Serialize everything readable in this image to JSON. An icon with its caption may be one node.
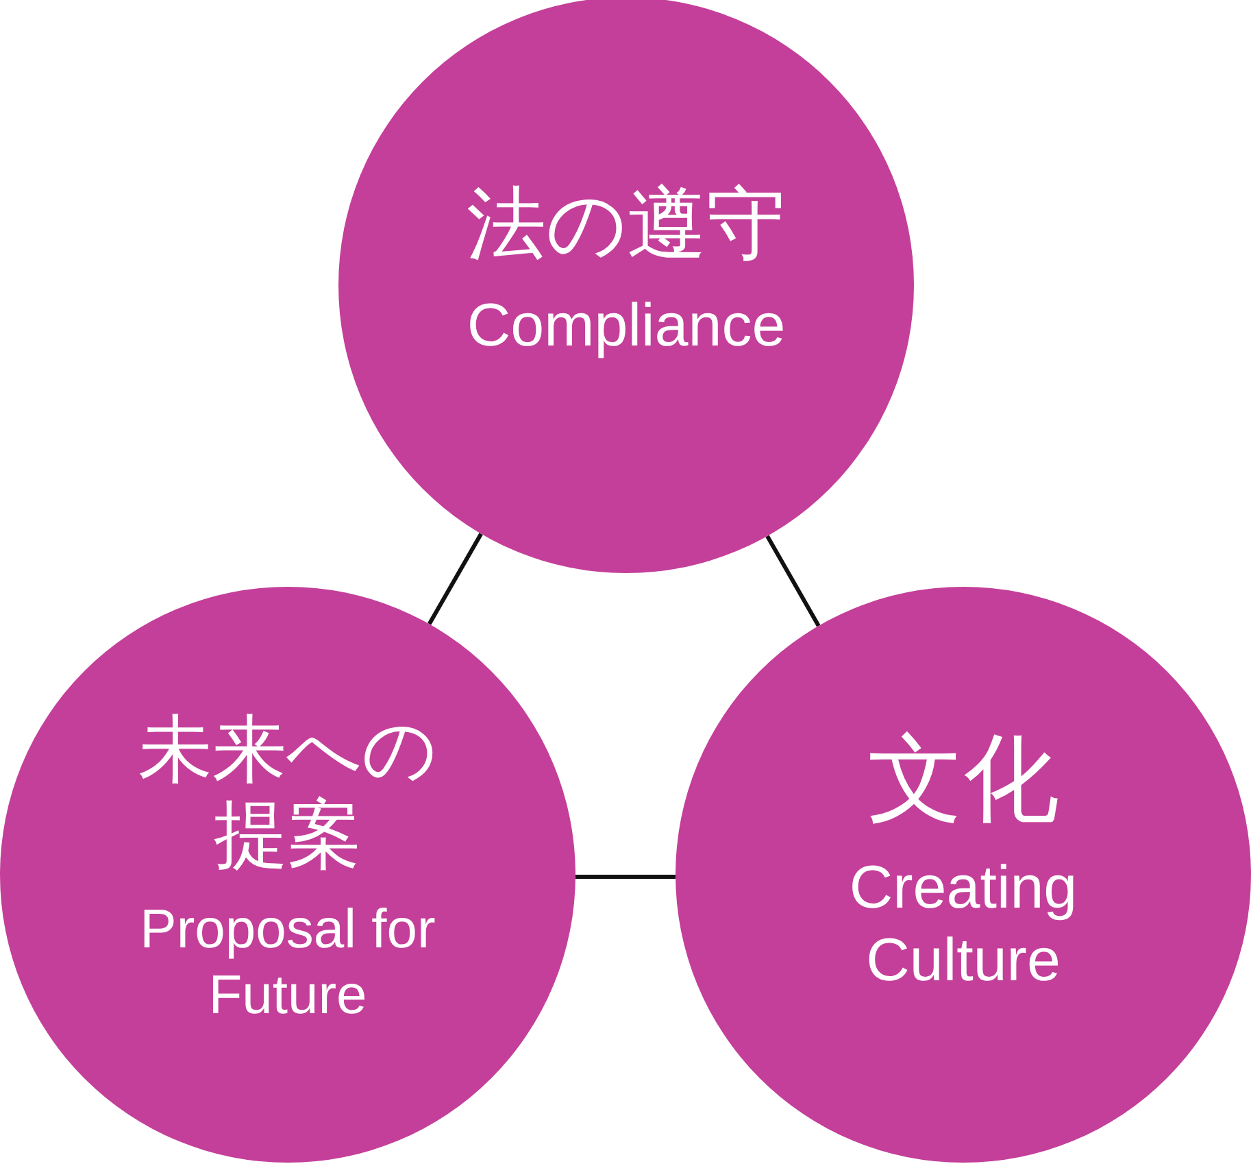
{
  "diagram": {
    "nodes": [
      {
        "text": [
          "法の遵守",
          "Compliance"
        ]
      },
      {
        "text": [
          "未来への提案",
          "Proposal for Future"
        ]
      },
      {
        "text": [
          "文化",
          "Creating Culture"
        ]
      }
    ],
    "edges": [
      {
        "from": 0,
        "to": 1,
        "arrow": "none"
      },
      {
        "from": 0,
        "to": 2,
        "arrow": "none"
      },
      {
        "from": 1,
        "to": 2,
        "arrow": "none"
      }
    ]
  }
}
